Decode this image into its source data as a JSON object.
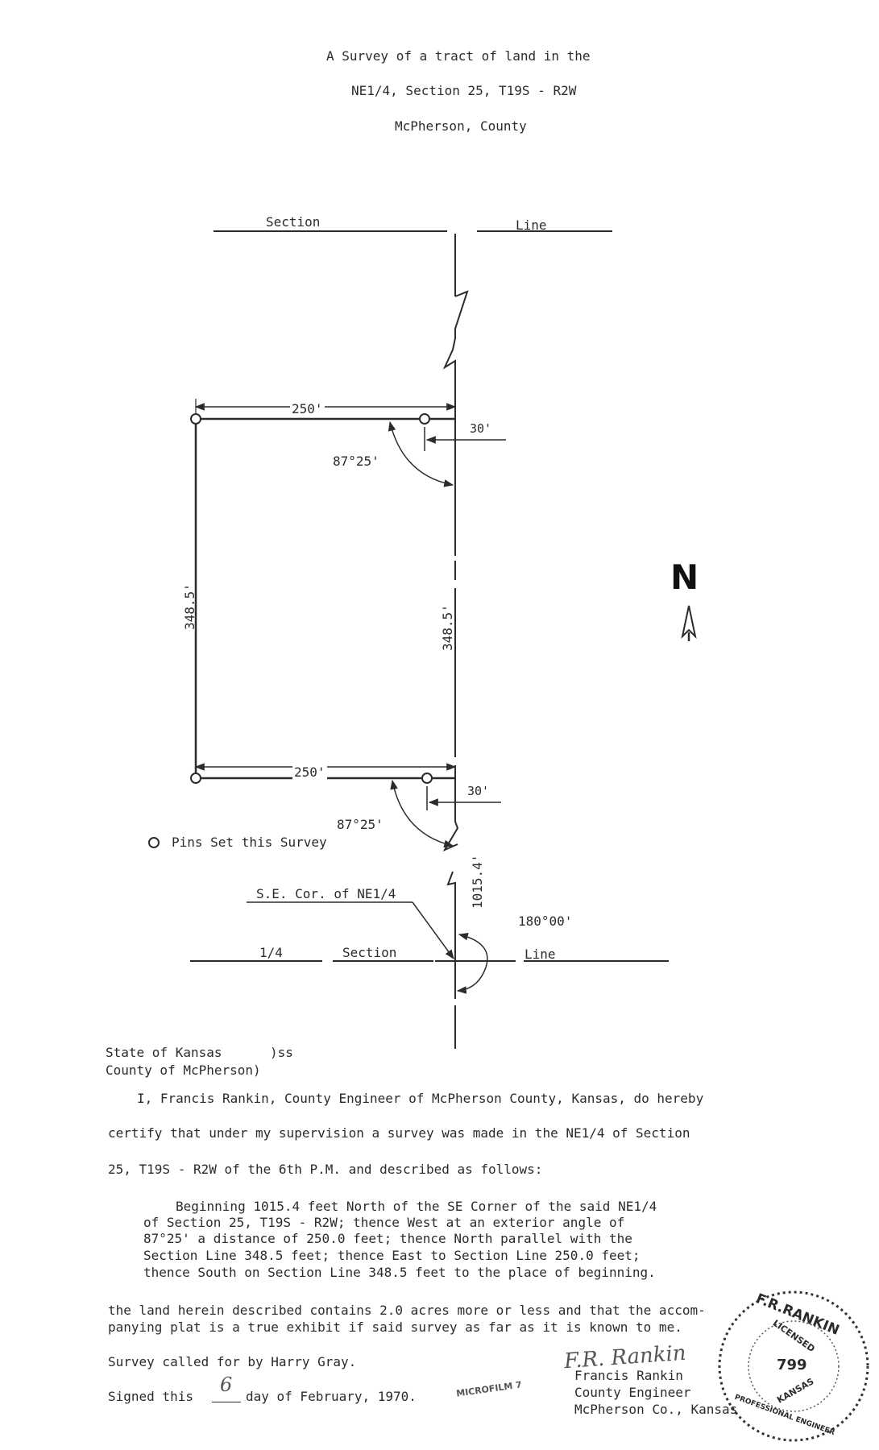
{
  "header": {
    "line1": "A Survey of a tract of land in the",
    "line2": "NE1/4, Section 25, T19S - R2W",
    "line3": "McPherson, County"
  },
  "plat": {
    "top_line_left": "Section",
    "top_line_right": "Line",
    "dim_top_width": "250'",
    "dim_top_offset": "30'",
    "angle_top": "87°25'",
    "dim_left_height": "348.5'",
    "dim_right_height": "348.5'",
    "dim_bottom_width": "250'",
    "dim_bottom_offset": "30'",
    "angle_bottom": "87°25'",
    "legend": "Pins Set this Survey",
    "dim_south": "1015.4'",
    "corner_label": "S.E. Cor. of NE1/4",
    "angle_corner": "180°00'",
    "bottom_line_a": "1/4",
    "bottom_line_b": "Section",
    "bottom_line_c": "Line",
    "north": "N"
  },
  "venue": {
    "state": "State of Kansas",
    "ss": ")ss",
    "county": "County of McPherson)"
  },
  "certificate": {
    "line1": "I, Francis Rankin, County Engineer of McPherson County, Kansas, do hereby",
    "line2": "certify that under my supervision a survey was made in the NE1/4 of Section",
    "line3": "25, T19S - R2W of the 6th P.M. and described as follows:",
    "desc1": "Beginning 1015.4 feet North of the SE Corner of the said NE1/4",
    "desc2": "of Section 25, T19S - R2W; thence West at an exterior angle of",
    "desc3": "87°25' a distance of 250.0 feet; thence North parallel with the",
    "desc4": "Section Line 348.5 feet; thence East to Section Line 250.0 feet;",
    "desc5": "thence South on Section Line 348.5 feet to the place of beginning.",
    "acres1": "the land herein described contains 2.0 acres more or less and that the accom-",
    "acres2": "panying plat is a true exhibit if said survey as far as it is known to me.",
    "called": "Survey called for by Harry Gray.",
    "signed_prefix": "Signed this",
    "signed_day": "6",
    "signed_suffix": "day of February, 1970."
  },
  "signature": {
    "handwritten": "F.R. Rankin",
    "name": "Francis Rankin",
    "title": "County Engineer",
    "org": "McPherson Co., Kansas"
  },
  "stamp": {
    "microfilm": "MICROFILM 7",
    "seal_top": "F.R.RANKIN",
    "seal_right": "LICENSED",
    "seal_number": "799",
    "seal_state": "KANSAS",
    "seal_bottom": "PROFESSIONAL ENGINEER"
  }
}
